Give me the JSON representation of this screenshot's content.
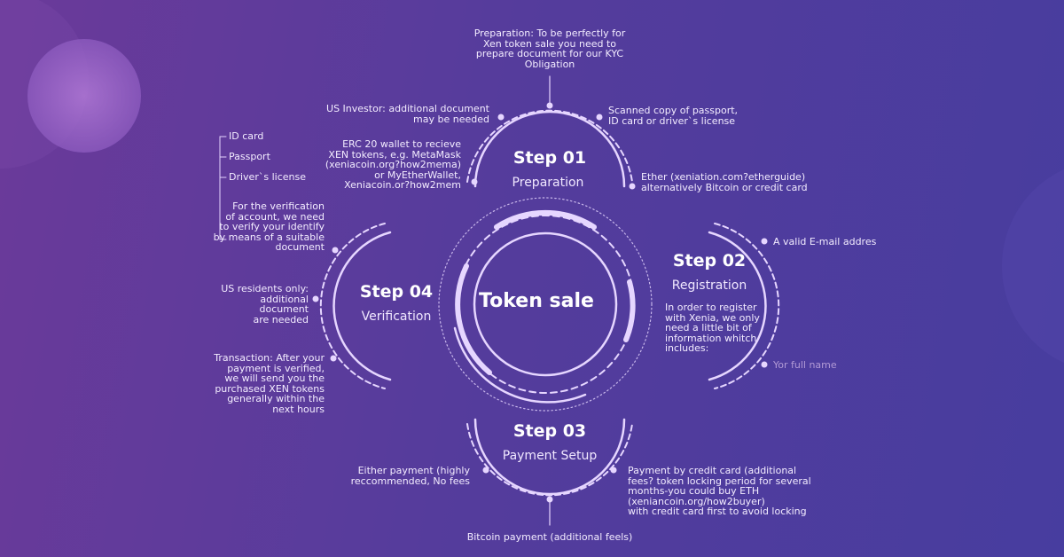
{
  "center": {
    "title": "Token sale"
  },
  "steps": {
    "s1": {
      "title": "Step 01",
      "subtitle": "Preparation"
    },
    "s2": {
      "title": "Step 02",
      "subtitle": "Registration"
    },
    "s3": {
      "title": "Step 03",
      "subtitle": "Payment Setup"
    },
    "s4": {
      "title": "Step 04",
      "subtitle": "Verification"
    }
  },
  "notes": {
    "prep_top": "Preparation: To be perfectly for\nXen token sale you need to\nprepare document for our KYC\nObligation",
    "us_investor": "US Investor: additional document\nmay be needed",
    "scanned_copy": "Scanned copy of passport,\nID card or driver`s license",
    "erc20": "ERC 20 wallet to recieve\nXEN tokens, e.g. MetaMask\n(xeniacoin.org?how2mema)\nor MyEtherWallet,\nXeniacoin.or?how2mem",
    "ether": "Ether (xeniation.com?etherguide)\nalternatively Bitcoin or credit card",
    "email": "A valid E-mail addres",
    "register_info": "In order to register\nwith Xenia, we only\nneed a little bit of\ninformation whitch\nincludes:",
    "full_name": "Yor full name",
    "either_payment": "Either payment (highly\nreccommended, No fees",
    "credit_card": "Payment by credit card (additional\nfees? token locking period for several\nmonths-you could buy ETH\n(xeniancoin.org/how2buyer)\nwith credit card first to avoid locking",
    "bitcoin": "Bitcoin payment (additional feels)",
    "verification": "For the verification\nof account, we need\nto verify your identify\nby means of a suitable\ndocument",
    "us_residents": "US residents only:\nadditional\ndocument\nare needed",
    "transaction": "Transaction: After your\npayment is verified,\nwe will send you the\npurchased XEN tokens\ngenerally within the\nnext hours"
  },
  "documents": [
    "ID card",
    "Passport",
    "Driver`s license"
  ],
  "colors": {
    "accent": "#c9a8ff",
    "ring": "#e6d6ff",
    "text": "#ffffff"
  }
}
